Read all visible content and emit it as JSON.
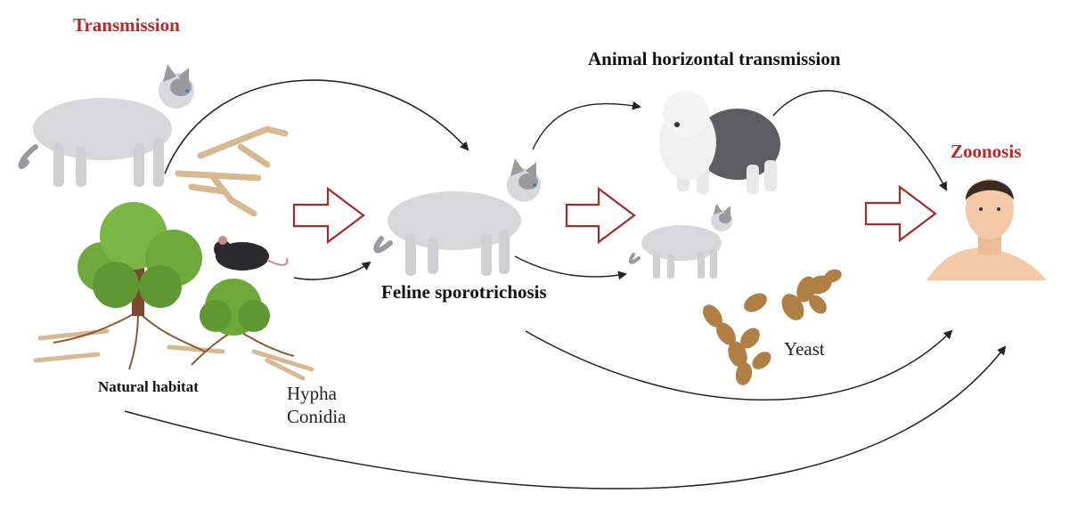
{
  "labels": {
    "transmission": "Transmission",
    "animal_horizontal": "Animal horizontal transmission",
    "zoonosis": "Zoonosis",
    "feline": "Feline sporotrichosis",
    "natural_habitat": "Natural habitat",
    "hypha": "Hypha",
    "conidia": "Conidia",
    "yeast": "Yeast"
  },
  "colors": {
    "accent_red": "#b22a2a",
    "arrow_outline": "#a52a2a",
    "arrow_line": "#222222",
    "cat_body": "#d8d8da",
    "cat_dark": "#9a9a9e",
    "tree_green": "#6fa83a",
    "trunk": "#7a4a2a",
    "hypha": "#d6b892",
    "yeast": "#b07f45",
    "dog_dark": "#5a5d62",
    "skin": "#f3c9a7"
  },
  "icons": [
    "cat-icon",
    "tree-icon",
    "mouse-icon",
    "hypha-icon",
    "dog-icon",
    "yeast-icon",
    "human-icon"
  ]
}
